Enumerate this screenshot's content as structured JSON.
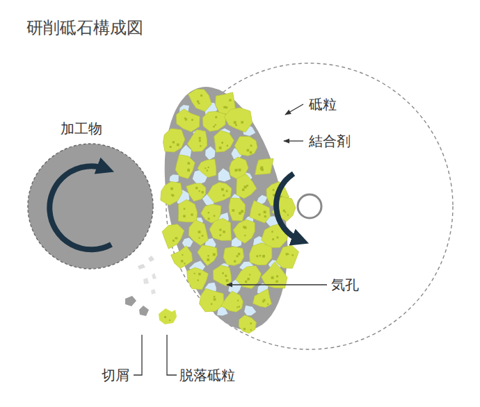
{
  "diagram": {
    "title": "研削砥石構成図",
    "labels": [
      "加工物",
      "砥粒",
      "結合剤",
      "気孔",
      "切屑",
      "脱落砥粒"
    ]
  }
}
